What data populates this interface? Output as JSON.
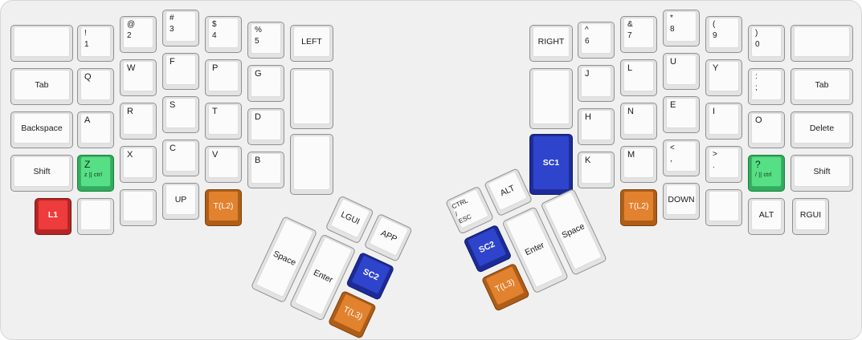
{
  "kb": {
    "left": {
      "n1": {
        "t": "!",
        "b": "1"
      },
      "n2": {
        "t": "@",
        "b": "2"
      },
      "n3": {
        "t": "#",
        "b": "3"
      },
      "n4": {
        "t": "$",
        "b": "4"
      },
      "n5": {
        "t": "%",
        "b": "5"
      },
      "arrow": "LEFT",
      "tab": "Tab",
      "q": "Q",
      "w": "W",
      "f": "F",
      "p": "P",
      "g": "G",
      "backspace": "Backspace",
      "a": "A",
      "r": "R",
      "s": "S",
      "t": "T",
      "d": "D",
      "shift": "Shift",
      "z": {
        "main": "Z",
        "sub": "z || ctrl"
      },
      "x": "X",
      "c": "C",
      "v": "V",
      "b": "B",
      "l1": "L1",
      "up": "UP",
      "tl2": "T(L2)"
    },
    "lthumb": {
      "lgui": "LGUI",
      "app": "APP",
      "space": "Space",
      "enter": "Enter",
      "sc2": "SC2",
      "tl3": "T(L3)"
    },
    "right": {
      "arrow": "RIGHT",
      "n6": {
        "t": "^",
        "b": "6"
      },
      "n7": {
        "t": "&",
        "b": "7"
      },
      "n8": {
        "t": "*",
        "b": "8"
      },
      "n9": {
        "t": "(",
        "b": "9"
      },
      "n0": {
        "t": ")",
        "b": "0"
      },
      "j": "J",
      "l": "L",
      "u": "U",
      "y": "Y",
      "semi": {
        "t": ":",
        "b": ";"
      },
      "tab": "Tab",
      "sc1": "SC1",
      "h": "H",
      "n": "N",
      "e": "E",
      "i": "I",
      "o": "O",
      "delete": "Delete",
      "k": "K",
      "m": "M",
      "comma": {
        "t": "<",
        "b": ","
      },
      "period": {
        "t": ">",
        "b": "."
      },
      "question": {
        "main": "?",
        "sub": "/ || ctrl"
      },
      "shift": "Shift",
      "tl2": "T(L2)",
      "down": "DOWN",
      "alt": "ALT",
      "rgui": "RGUI"
    },
    "rthumb": {
      "ctrlesc": "CTRL / ESC",
      "alt": "ALT",
      "sc2": "SC2",
      "tl3": "T(L3)",
      "enter": "Enter",
      "space": "Space"
    }
  },
  "colors": {
    "red": "#ee3b3b",
    "green": "#57df85",
    "blue": "#2f44cc",
    "orange": "#e2812e",
    "board_background": "#f0f0f0"
  }
}
